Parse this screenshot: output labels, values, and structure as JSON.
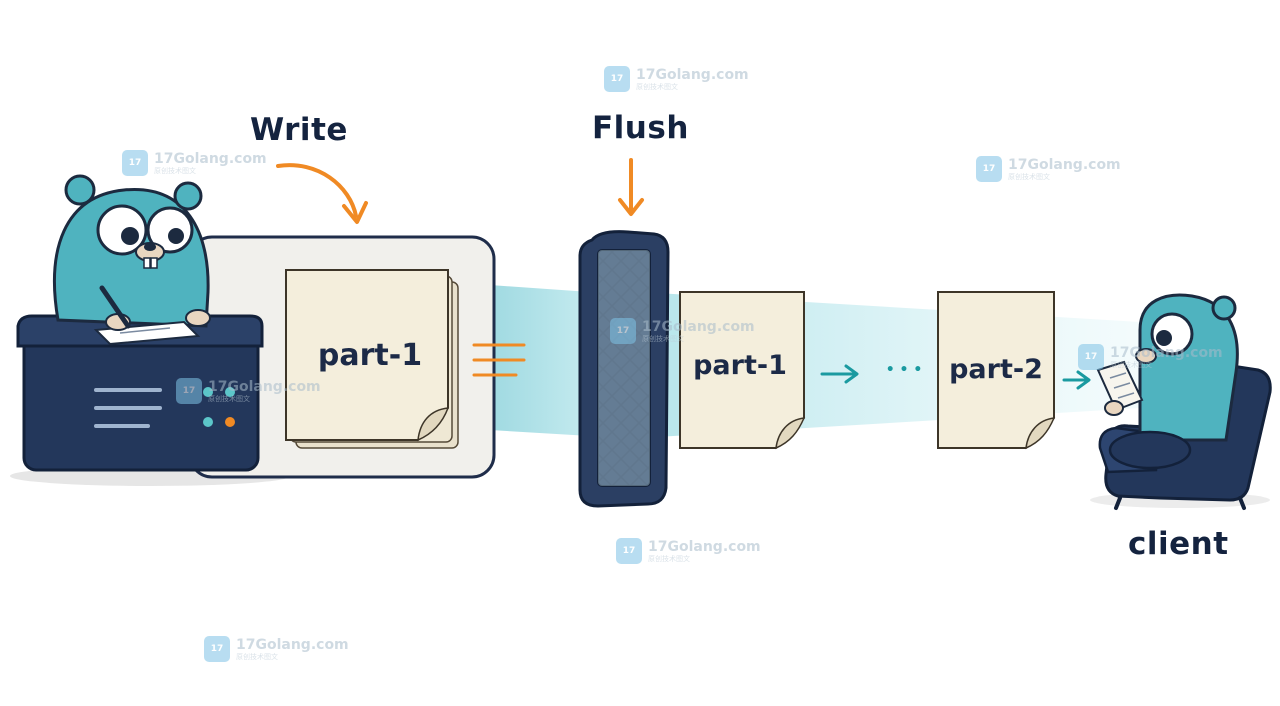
{
  "labels": {
    "write": "Write",
    "flush": "Flush",
    "client": "client",
    "buffer_part": "part-1",
    "stream_part_1": "part-1",
    "stream_part_2": "part-2",
    "ellipsis": "• • •"
  },
  "watermark": {
    "title": "17Golang.com",
    "subtitle": "原创技术图文",
    "logo_text": "17"
  },
  "icons": [
    "gopher-writer-icon",
    "server-desk-icon",
    "buffer-box-icon",
    "flush-mesh-icon",
    "gopher-reader-icon",
    "armchair-icon",
    "arrow-icon"
  ],
  "colors": {
    "gopher": "#4fb3bf",
    "navy": "#1f3559",
    "paper": "#f3eedd",
    "accent_orange": "#f08a24",
    "stream": "#9fdbe3",
    "arrow_teal": "#1a9aa0"
  }
}
